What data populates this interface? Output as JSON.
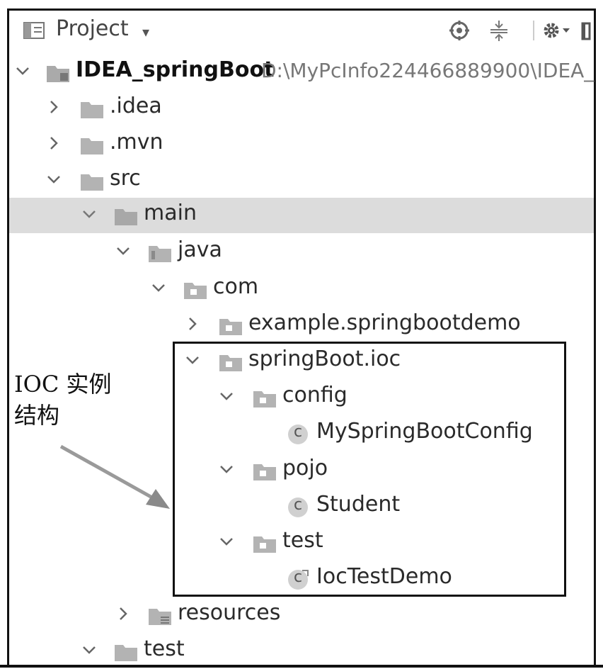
{
  "panel": {
    "title": "Project",
    "title_caret": "▾"
  },
  "tree": {
    "root": {
      "name": "IDEA_springBoot",
      "path": "D:\\MyPcInfo224466889900\\IDEA_"
    },
    "idea": ".idea",
    "mvn": ".mvn",
    "src": "src",
    "main": "main",
    "java": "java",
    "com": "com",
    "example": "example.springbootdemo",
    "springboot_ioc": "springBoot.ioc",
    "config": "config",
    "config_class": "MySpringBootConfig",
    "pojo": "pojo",
    "pojo_class": "Student",
    "test_pkg": "test",
    "test_class": "IocTestDemo",
    "resources": "resources",
    "test_dir": "test",
    "class_badge": "c"
  },
  "annotation": {
    "line1": "IOC 实例",
    "line2": "结构"
  }
}
